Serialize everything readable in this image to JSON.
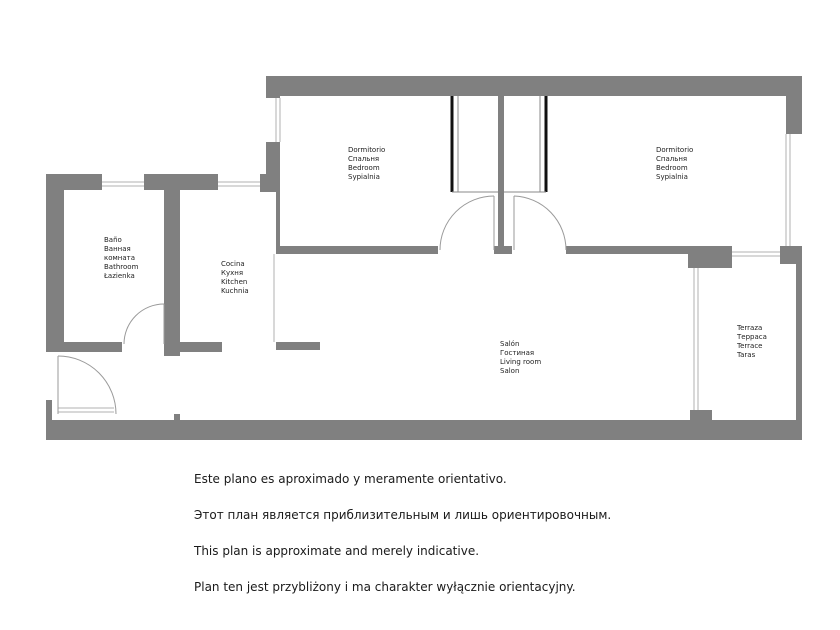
{
  "rooms": {
    "bedroom_left": [
      "Dormitorio",
      "Спальня",
      "Bedroom",
      "Sypialnia"
    ],
    "bedroom_right": [
      "Dormitorio",
      "Спальня",
      "Bedroom",
      "Sypialnia"
    ],
    "bathroom": [
      "Baño",
      "Ванная",
      "комната",
      "Bathroom",
      "Łazienka"
    ],
    "kitchen": [
      "Cocina",
      "Кухня",
      "Kitchen",
      "Kuchnia"
    ],
    "living_room": [
      "Salón",
      "Гостиная",
      "Living room",
      "Salon"
    ],
    "terrace": [
      "Terraza",
      "Терраса",
      "Terrace",
      "Taras"
    ]
  },
  "disclaimer": [
    "Este plano es aproximado y meramente orientativo.",
    "Этот план является приблизительным и лишь ориентировочным.",
    "This plan is approximate and merely indicative.",
    "Plan ten jest przybliżony i ma charakter wyłącznie orientacyjny."
  ],
  "colors": {
    "wall": "#808080",
    "text": "#1a1a1a",
    "background": "#ffffff"
  }
}
